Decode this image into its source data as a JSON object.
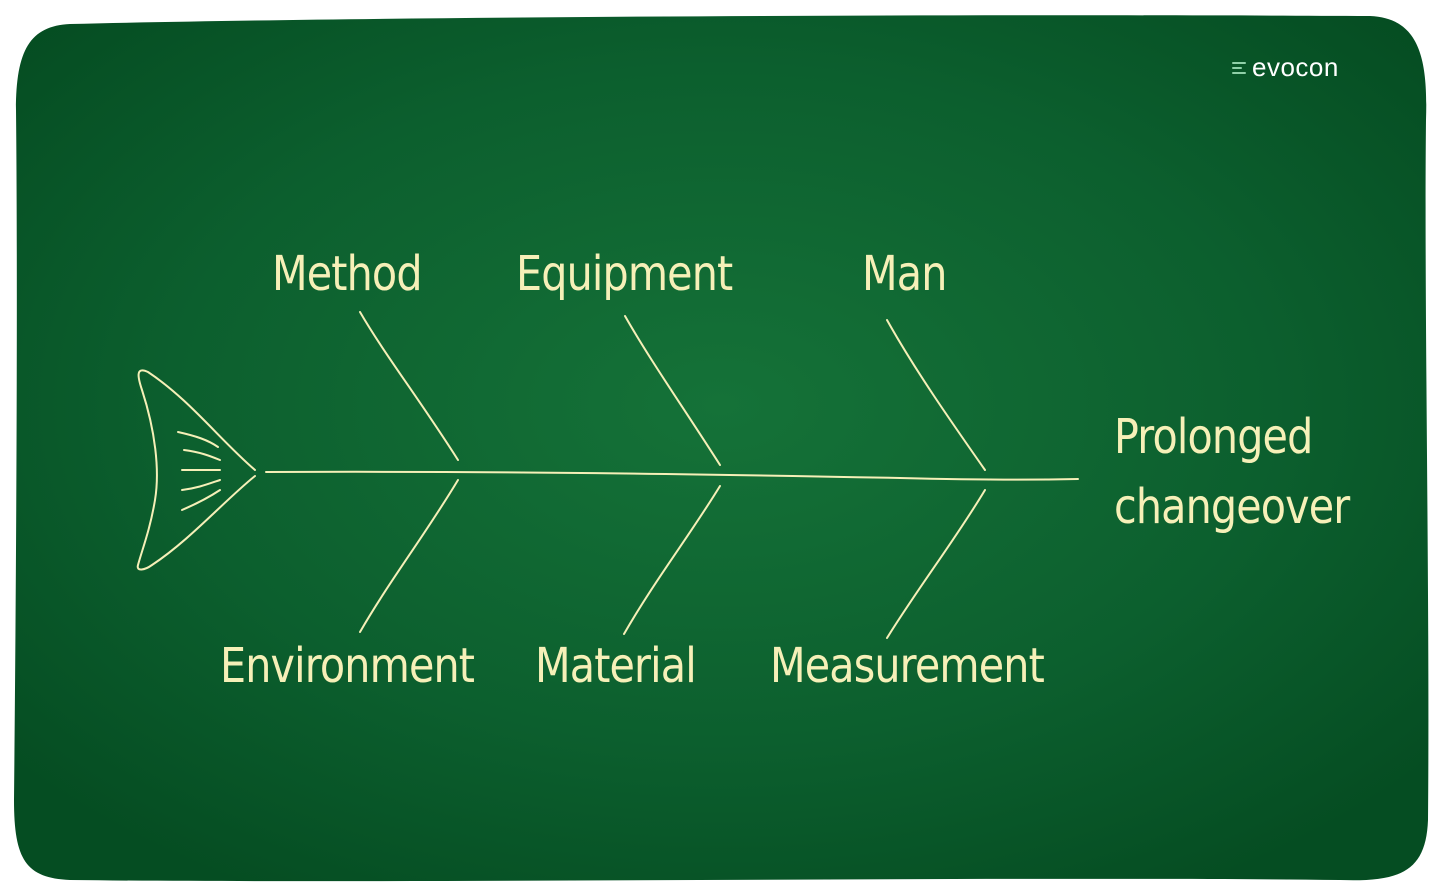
{
  "brand": {
    "name": "evocon",
    "icon": "evocon-logo-icon"
  },
  "diagram": {
    "effect": {
      "line1": "Prolonged",
      "line2": "changeover"
    },
    "causes_top": [
      {
        "label": "Method"
      },
      {
        "label": "Equipment"
      },
      {
        "label": "Man"
      }
    ],
    "causes_bottom": [
      {
        "label": "Environment"
      },
      {
        "label": "Material"
      },
      {
        "label": "Measurement"
      }
    ]
  },
  "colors": {
    "board": "#0b5a2c",
    "board_light": "#146e38",
    "chalk": "#f6f0b8",
    "background": "#ffffff"
  }
}
